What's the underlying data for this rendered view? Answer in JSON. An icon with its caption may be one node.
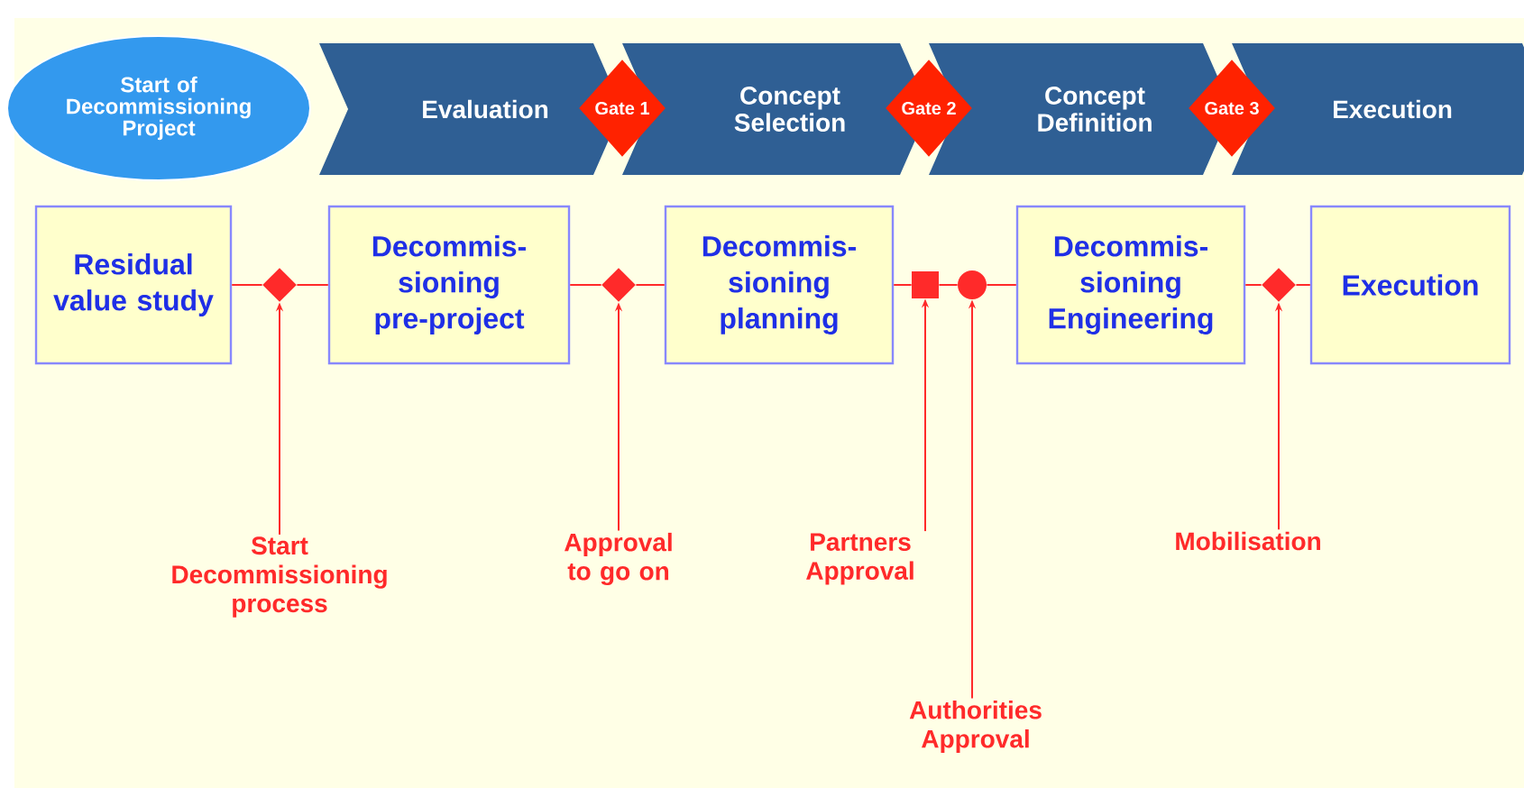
{
  "diagram": {
    "nodes": [
      {
        "text": [
          "Start of Decommissioning Project"
        ]
      },
      {
        "text": [
          "Evaluation"
        ]
      },
      {
        "text": [
          "Concept Selection"
        ]
      },
      {
        "text": [
          "Concept Definition"
        ]
      },
      {
        "text": [
          "Execution"
        ]
      },
      {
        "text": [
          "Gate 1"
        ]
      },
      {
        "text": [
          "Gate 2"
        ]
      },
      {
        "text": [
          "Gate 3"
        ]
      },
      {
        "text": [
          "Residual value study"
        ]
      },
      {
        "text": [
          "Decommis- sioning pre-project"
        ]
      },
      {
        "text": [
          "Decommis- sioning planning"
        ]
      },
      {
        "text": [
          "Decommis- sioning Engineering"
        ]
      },
      {
        "text": [
          "Execution"
        ]
      },
      {
        "text": [],
        "shape": "diamond"
      },
      {
        "text": [],
        "shape": "diamond"
      },
      {
        "text": [],
        "shape": "box"
      },
      {
        "text": [],
        "shape": "circle"
      },
      {
        "text": [],
        "shape": "diamond"
      },
      {
        "text": [
          "Start Decommissioning process"
        ]
      },
      {
        "text": [
          "Approval to go on"
        ]
      },
      {
        "text": [
          "Partners Approval"
        ]
      },
      {
        "text": [
          "Authorities Approval"
        ]
      },
      {
        "text": [
          "Mobilisation"
        ]
      }
    ],
    "edges": [
      {
        "from": 8,
        "to": 13,
        "arrow": "none"
      },
      {
        "from": 13,
        "to": 9,
        "arrow": "none"
      },
      {
        "from": 9,
        "to": 14,
        "arrow": "none"
      },
      {
        "from": 14,
        "to": 10,
        "arrow": "none"
      },
      {
        "from": 10,
        "to": 15,
        "arrow": "none"
      },
      {
        "from": 15,
        "to": 16,
        "arrow": "none"
      },
      {
        "from": 16,
        "to": 11,
        "arrow": "none"
      },
      {
        "from": 11,
        "to": 17,
        "arrow": "none"
      },
      {
        "from": 17,
        "to": 12,
        "arrow": "none"
      },
      {
        "from": 18,
        "to": 13,
        "arrow": "to"
      },
      {
        "from": 19,
        "to": 14,
        "arrow": "to"
      },
      {
        "from": 20,
        "to": 15,
        "arrow": "to"
      },
      {
        "from": 21,
        "to": 16,
        "arrow": "to"
      },
      {
        "from": 22,
        "to": 17,
        "arrow": "to"
      }
    ]
  }
}
